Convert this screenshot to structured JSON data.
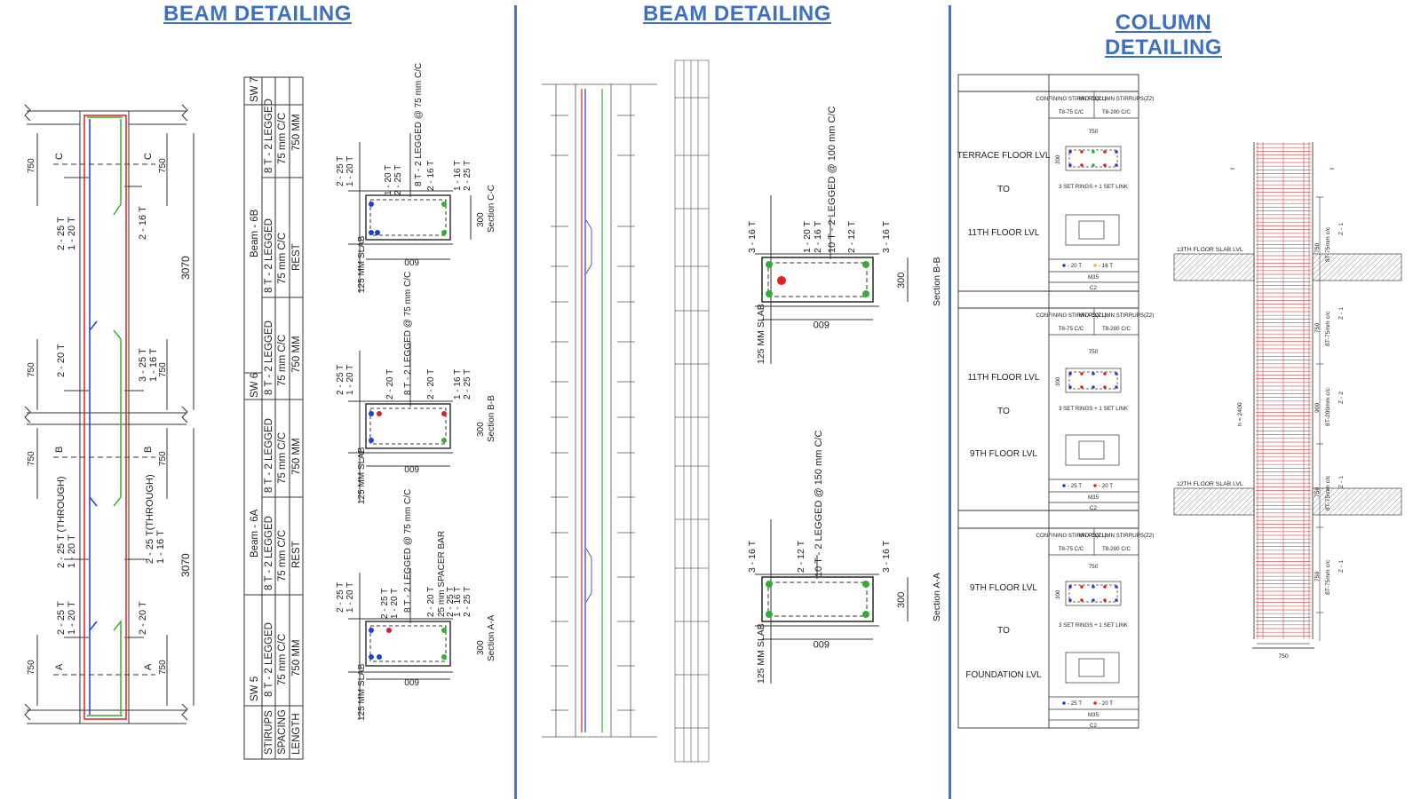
{
  "titles": {
    "left": "BEAM DETAILING",
    "middle": "BEAM DETAILING",
    "right": "COLUMN DETAILING"
  },
  "colors": {
    "title": "#3e6fc0",
    "divider": "#4a72c4",
    "bar_red": "#e02020",
    "bar_blue": "#1f3fd0",
    "bar_green": "#30b030"
  },
  "beam_elevation": {
    "dims": [
      "750",
      "750",
      "750",
      "750",
      "750",
      "750",
      "750",
      "750",
      "3070",
      "3070"
    ],
    "section_marks": [
      "C",
      "C",
      "B",
      "B",
      "A",
      "A"
    ],
    "bar_labels": {
      "top_left_a": "2 - 25 T",
      "top_left_b": "1 - 20 T",
      "top_right": "2 - 16 T",
      "mid_left": "2 - 20 T",
      "mid_right_a": "3 - 25 T",
      "mid_right_b": "1 - 16 T",
      "through_left_a": "2 - 25 T (THROUGH)",
      "through_left_b": "1 - 20 T",
      "through_right_a": "2 - 25 T(THROUGH)",
      "through_right_b": "1 - 16 T",
      "bot_left_a": "2 - 25 T",
      "bot_left_b": "1 - 20 T",
      "bot_right": "2 - 20 T"
    }
  },
  "schedule": {
    "row_labels": [
      "STIRUPS",
      "SPACING",
      "LENGTH"
    ],
    "walls": [
      "SW 5",
      "SW 6",
      "SW 7"
    ],
    "beams": [
      "Beam - 6A",
      "Beam - 6B"
    ],
    "stirrup": "8 T - 2 LEGGED",
    "spacing": "75 mm C/C",
    "length_full": "750 MM",
    "length_rest": "REST"
  },
  "sections_left": [
    {
      "name": "Section C-C",
      "stirrup": "8 T - 2 LEGGED @ 75 mm C/C",
      "width": "600",
      "depth": "300",
      "slab": "125 MM SLAB",
      "top_left": [
        "2 - 25 T",
        "1 - 20 T"
      ],
      "top_mid": [
        "1 - 20 T",
        "2 - 25 T"
      ],
      "top_right": [
        "2 - 16 T"
      ],
      "side_right": [
        "1 - 16 T",
        "2 - 25 T"
      ]
    },
    {
      "name": "Section B-B",
      "stirrup": "8 T - 2 LEGGED @ 75 mm C/C",
      "width": "600",
      "depth": "300",
      "slab": "125 MM SLAB",
      "top_left": [
        "2 - 25 T",
        "1 - 20 T"
      ],
      "top_mid": [
        "2 - 20 T"
      ],
      "top_right": [
        "2 - 20 T"
      ],
      "side_right": [
        "1 - 16 T",
        "2 - 25 T"
      ]
    },
    {
      "name": "Section A-A",
      "stirrup": "8 T - 2 LEGGED @ 75 mm C/C",
      "spacer": "25 mm SPACER BAR",
      "width": "600",
      "depth": "300",
      "slab": "125 MM SLAB",
      "top_left": [
        "2 - 25 T",
        "1 - 20 T"
      ],
      "top_mid": [
        "2 - 25 T",
        "1 - 20 T"
      ],
      "top_right": [
        "2 - 20 T",
        "2 - 25 T"
      ],
      "side_right": [
        "1 - 16 T",
        "2 - 25 T"
      ]
    }
  ],
  "sections_mid": [
    {
      "name": "Section B-B",
      "stirrup": "10 T - 2 LEGGED @ 100 mm C/C",
      "width": "600",
      "depth": "300",
      "slab": "125 MM SLAB",
      "left": "3 - 16 T",
      "top": [
        "1 - 20 T",
        "2 - 16 T"
      ],
      "mid": "2 - 12 T",
      "right": "3 - 16 T"
    },
    {
      "name": "Section A-A",
      "stirrup": "10 T - 2 LEGGED @ 150 mm C/C",
      "width": "600",
      "depth": "300",
      "slab": "125 MM SLAB",
      "left": "3 - 16 T",
      "mid": "2 - 12 T",
      "right": "3 - 16 T"
    }
  ],
  "column_table": {
    "header_confining": "CONFINING STIRRUPS(Z1)",
    "header_mid": "MID-COLUMN STIRRUPS(Z2)",
    "rows": [
      {
        "from": "TERRACE FLOOR LVL",
        "to_word": "TO",
        "to": "11TH FLOOR LVL",
        "conf": "T8-75 C/C",
        "mid": "T8-200 C/C",
        "width": "750",
        "depth": "300",
        "rings": "3 SET RINGS + 1 SET LINK",
        "legend_a": "- 20 T",
        "legend_b": "- 16 T",
        "grade": "M35",
        "mark": "C2"
      },
      {
        "from": "11TH FLOOR LVL",
        "to_word": "TO",
        "to": "9TH FLOOR LVL",
        "conf": "T8-75 C/C",
        "mid": "T8-200 C/C",
        "width": "750",
        "depth": "300",
        "rings": "3 SET RINGS + 1 SET LINK",
        "legend_a": "- 25 T",
        "legend_b": "- 20 T",
        "grade": "M35",
        "mark": "C2"
      },
      {
        "from": "9TH FLOOR LVL",
        "to_word": "TO",
        "to": "FOUNDATION LVL",
        "conf": "T8-75 C/C",
        "mid": "T8-200 C/C",
        "width": "750",
        "depth": "300",
        "rings": "3 SET RINGS + 1 SET LINK",
        "legend_a": "- 25 T",
        "legend_b": "- 20 T",
        "grade": "M35",
        "mark": "C2"
      }
    ]
  },
  "column_elevation": {
    "slab_top": "13TH FLOOR SLAB LVL",
    "slab_bottom": "12TH FLOOR SLAB LVL",
    "zones": [
      "8T-75mm c/c",
      "8T-75mm c/c",
      "8T-200mm c/c",
      "8T-75mm c/c",
      "8T-75mm c/c"
    ],
    "zone_dims": [
      "750",
      "750",
      "900",
      "750",
      "750"
    ],
    "zone_marks": [
      "Z - 1",
      "Z - 1",
      "Z - 2",
      "Z - 1",
      "Z - 1"
    ],
    "height": "h = 2400",
    "width": "750"
  }
}
